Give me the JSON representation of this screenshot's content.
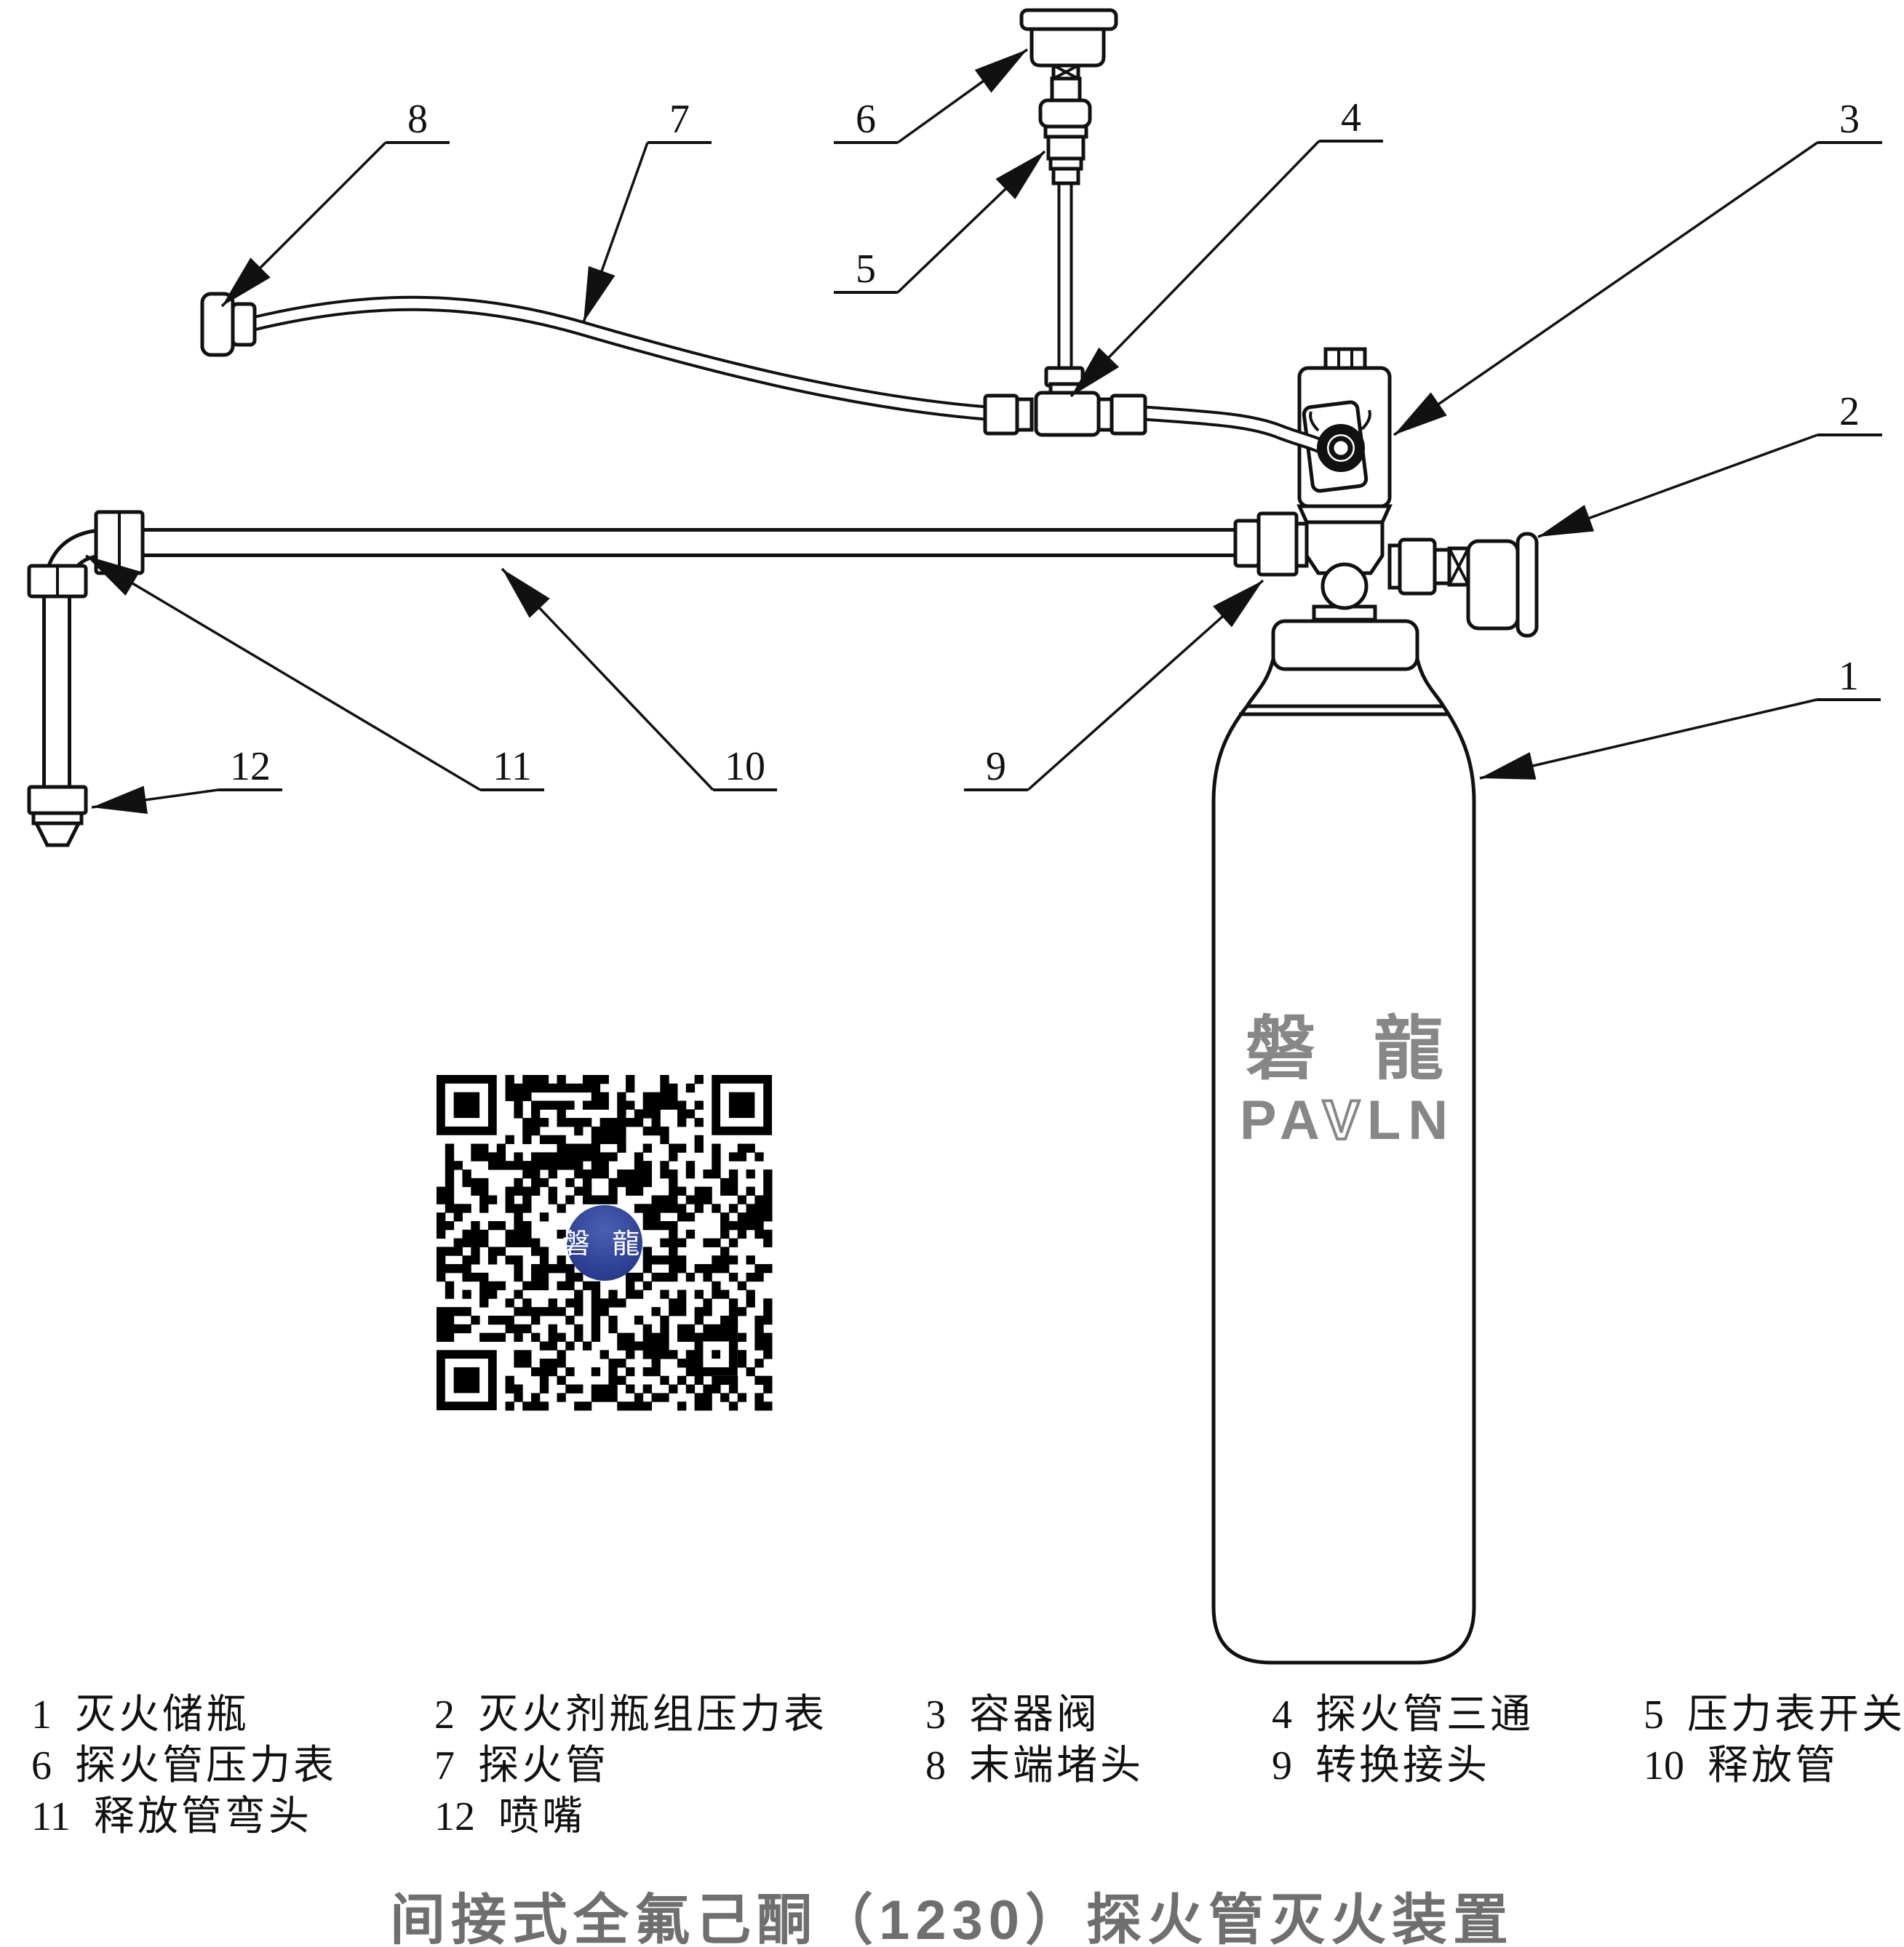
{
  "title": {
    "text": "间接式全氟己酮（1230）探火管灭火装置"
  },
  "tank_brand": {
    "cjk": "磐龍",
    "latin_pa": "PA",
    "latin_v": "V",
    "latin_ln": "LN"
  },
  "qr": {
    "logo_text": "磐 龍"
  },
  "legend": {
    "items": [
      {
        "num": "1",
        "name": "灭火储瓶"
      },
      {
        "num": "2",
        "name": "灭火剂瓶组压力表"
      },
      {
        "num": "3",
        "name": "容器阀"
      },
      {
        "num": "4",
        "name": "探火管三通"
      },
      {
        "num": "5",
        "name": "压力表开关"
      },
      {
        "num": "6",
        "name": "探火管压力表"
      },
      {
        "num": "7",
        "name": "探火管"
      },
      {
        "num": "8",
        "name": "末端堵头"
      },
      {
        "num": "9",
        "name": "转换接头"
      },
      {
        "num": "10",
        "name": "释放管"
      },
      {
        "num": "11",
        "name": "释放管弯头"
      },
      {
        "num": "12",
        "name": "喷嘴"
      }
    ]
  },
  "colors": {
    "ink": "#111111",
    "title_gray": "#6f6f6f",
    "brand_gray": "#878787",
    "qr_navy": "#24388e",
    "qr_navy_light": "#4a60b4",
    "qr_module": "#000000"
  }
}
